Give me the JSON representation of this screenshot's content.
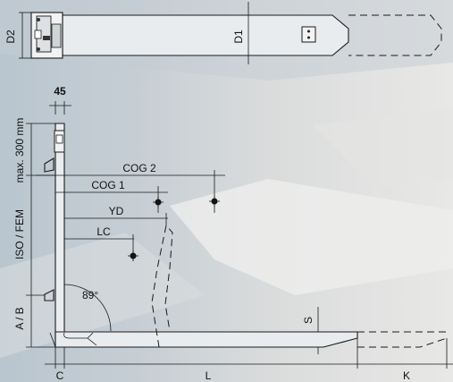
{
  "labels": {
    "d2": "D2",
    "d1": "D1",
    "dim45": "45",
    "max300": "max. 300 mm",
    "isofem": "ISO / FEM",
    "ab": "A / B",
    "cog2": "COG 2",
    "cog1": "COG 1",
    "yd": "YD",
    "lc": "LC",
    "angle": "89°",
    "s": "S",
    "c": "C",
    "l": "L",
    "k": "K"
  }
}
